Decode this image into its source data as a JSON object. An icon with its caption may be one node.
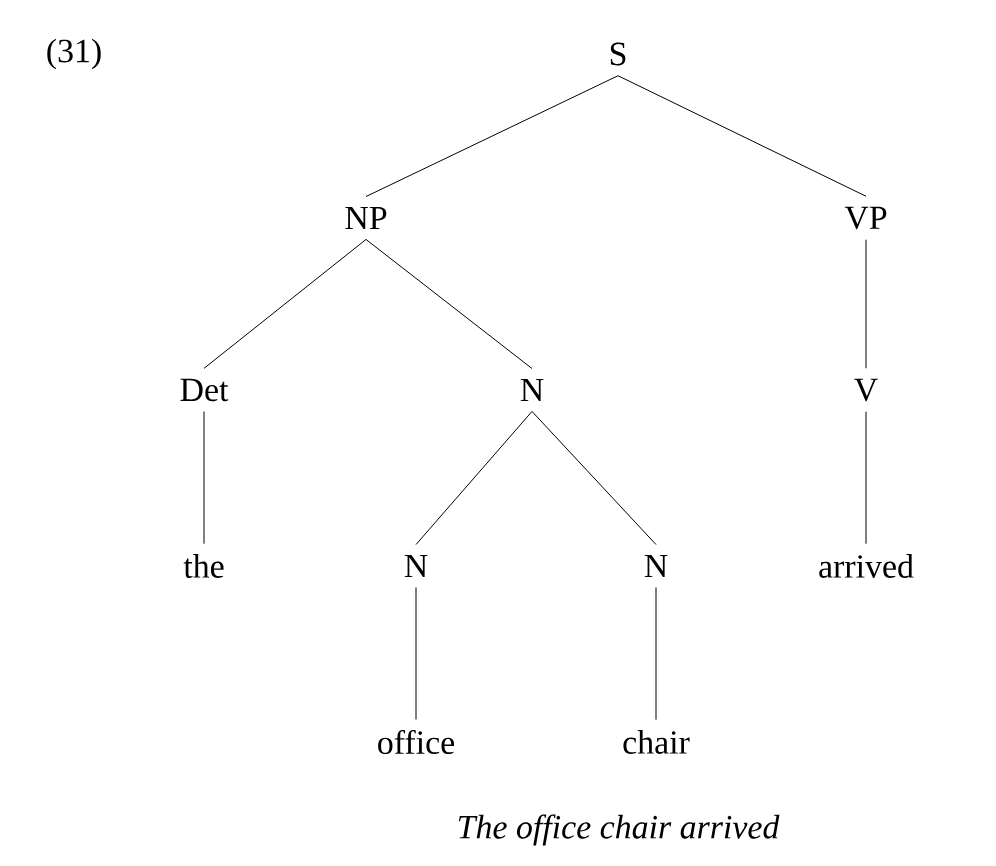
{
  "diagram": {
    "caption": "The office chair arrived",
    "nodes": [
      {
        "text": [
          "S"
        ]
      },
      {
        "text": [
          "NP"
        ]
      },
      {
        "text": [
          "VP"
        ]
      },
      {
        "text": [
          "Det"
        ]
      },
      {
        "text": [
          "N"
        ]
      },
      {
        "text": [
          "V"
        ]
      },
      {
        "text": [
          "the"
        ]
      },
      {
        "text": [
          "N"
        ]
      },
      {
        "text": [
          "N"
        ]
      },
      {
        "text": [
          "arrived"
        ]
      },
      {
        "text": [
          "office"
        ]
      },
      {
        "text": [
          "chair"
        ]
      }
    ],
    "edges": [
      {
        "from": 0,
        "to": 1,
        "arrow": "none"
      },
      {
        "from": 0,
        "to": 2,
        "arrow": "none"
      },
      {
        "from": 1,
        "to": 3,
        "arrow": "none"
      },
      {
        "from": 1,
        "to": 4,
        "arrow": "none"
      },
      {
        "from": 2,
        "to": 5,
        "arrow": "none"
      },
      {
        "from": 3,
        "to": 6,
        "arrow": "none"
      },
      {
        "from": 4,
        "to": 7,
        "arrow": "none"
      },
      {
        "from": 4,
        "to": 8,
        "arrow": "none"
      },
      {
        "from": 5,
        "to": 9,
        "arrow": "none"
      },
      {
        "from": 7,
        "to": 10,
        "arrow": "none"
      },
      {
        "from": 8,
        "to": 11,
        "arrow": "none"
      }
    ],
    "labels": [
      "(31)"
    ]
  }
}
